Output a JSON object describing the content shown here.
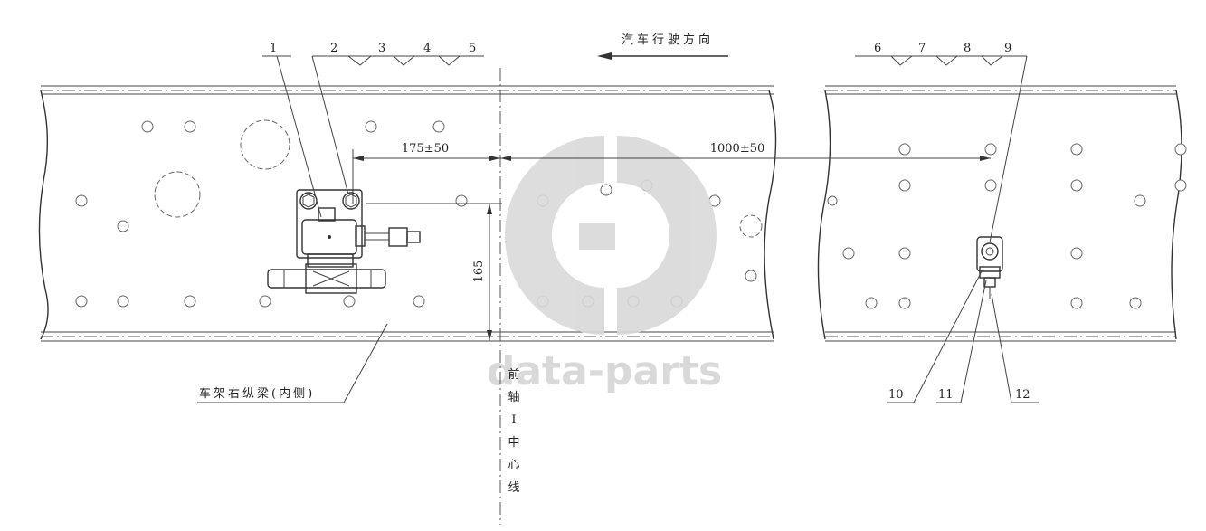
{
  "direction_label": "汽车行驶方向",
  "callouts": [
    "1",
    "2",
    "3",
    "4",
    "5",
    "6",
    "7",
    "8",
    "9",
    "10",
    "11",
    "12"
  ],
  "dimensions": {
    "offset_left": "175±50",
    "offset_right": "1000±50",
    "height": "165"
  },
  "frame_label": "车架右纵梁(内侧)",
  "axle_label": [
    "前",
    "轴",
    "I",
    "中",
    "心",
    "线"
  ],
  "watermark": "data-parts"
}
